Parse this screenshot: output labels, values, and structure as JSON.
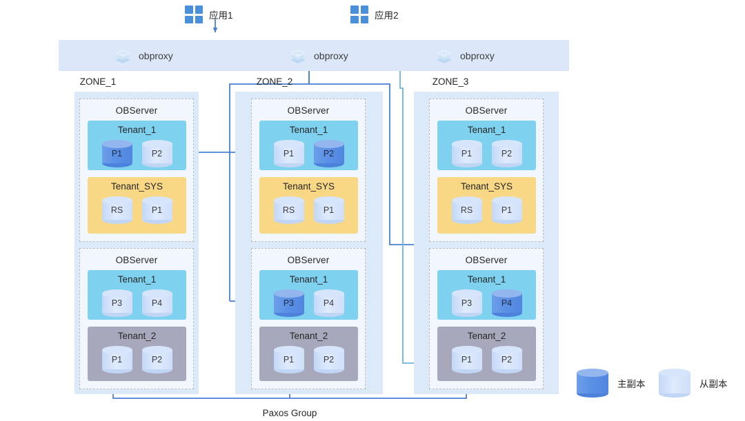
{
  "apps": [
    {
      "label": "应用1",
      "icon": "app-grid-icon"
    },
    {
      "label": "应用2",
      "icon": "app-grid-icon"
    }
  ],
  "proxies": [
    {
      "label": "obproxy",
      "icon": "layers-icon"
    },
    {
      "label": "obproxy",
      "icon": "layers-icon"
    },
    {
      "label": "obproxy",
      "icon": "layers-icon"
    }
  ],
  "zones": [
    {
      "title": "ZONE_1",
      "servers": [
        {
          "title": "OBServer",
          "tenants": [
            {
              "name": "Tenant_1",
              "kind": "t1",
              "replicas": [
                {
                  "label": "P1",
                  "role": "primary"
                },
                {
                  "label": "P2",
                  "role": "follower"
                }
              ]
            },
            {
              "name": "Tenant_SYS",
              "kind": "sys",
              "replicas": [
                {
                  "label": "RS",
                  "role": "follower"
                },
                {
                  "label": "P1",
                  "role": "follower"
                }
              ]
            }
          ]
        },
        {
          "title": "OBServer",
          "tenants": [
            {
              "name": "Tenant_1",
              "kind": "t1",
              "replicas": [
                {
                  "label": "P3",
                  "role": "follower"
                },
                {
                  "label": "P4",
                  "role": "follower"
                }
              ]
            },
            {
              "name": "Tenant_2",
              "kind": "t2",
              "replicas": [
                {
                  "label": "P1",
                  "role": "follower"
                },
                {
                  "label": "P2",
                  "role": "follower"
                }
              ]
            }
          ]
        }
      ]
    },
    {
      "title": "ZONE_2",
      "servers": [
        {
          "title": "OBServer",
          "tenants": [
            {
              "name": "Tenant_1",
              "kind": "t1",
              "replicas": [
                {
                  "label": "P1",
                  "role": "follower"
                },
                {
                  "label": "P2",
                  "role": "primary"
                }
              ]
            },
            {
              "name": "Tenant_SYS",
              "kind": "sys",
              "replicas": [
                {
                  "label": "RS",
                  "role": "follower"
                },
                {
                  "label": "P1",
                  "role": "follower"
                }
              ]
            }
          ]
        },
        {
          "title": "OBServer",
          "tenants": [
            {
              "name": "Tenant_1",
              "kind": "t1",
              "replicas": [
                {
                  "label": "P3",
                  "role": "primary"
                },
                {
                  "label": "P4",
                  "role": "follower"
                }
              ]
            },
            {
              "name": "Tenant_2",
              "kind": "t2",
              "replicas": [
                {
                  "label": "P1",
                  "role": "follower"
                },
                {
                  "label": "P2",
                  "role": "follower"
                }
              ]
            }
          ]
        }
      ]
    },
    {
      "title": "ZONE_3",
      "servers": [
        {
          "title": "OBServer",
          "tenants": [
            {
              "name": "Tenant_1",
              "kind": "t1",
              "replicas": [
                {
                  "label": "P1",
                  "role": "follower"
                },
                {
                  "label": "P2",
                  "role": "follower"
                }
              ]
            },
            {
              "name": "Tenant_SYS",
              "kind": "sys",
              "replicas": [
                {
                  "label": "RS",
                  "role": "follower"
                },
                {
                  "label": "P1",
                  "role": "follower"
                }
              ]
            }
          ]
        },
        {
          "title": "OBServer",
          "tenants": [
            {
              "name": "Tenant_1",
              "kind": "t1",
              "replicas": [
                {
                  "label": "P3",
                  "role": "follower"
                },
                {
                  "label": "P4",
                  "role": "primary"
                }
              ]
            },
            {
              "name": "Tenant_2",
              "kind": "t2",
              "replicas": [
                {
                  "label": "P1",
                  "role": "follower"
                },
                {
                  "label": "P2",
                  "role": "follower"
                }
              ]
            }
          ]
        }
      ]
    }
  ],
  "paxos": {
    "label": "Paxos Group"
  },
  "legend": [
    {
      "label": "主副本",
      "role": "primary"
    },
    {
      "label": "从副本",
      "role": "follower"
    }
  ],
  "colors": {
    "primary_replica": "#5b90e6",
    "follower_replica": "#d7e5fb",
    "tenant_1": "#7ed2f0",
    "tenant_sys": "#f8d785",
    "tenant_2": "#a8a8bd",
    "zone_panel": "#dce9f8",
    "proxy_band": "#dce8fa",
    "wire_dark": "#4a7fd4",
    "wire_light": "#6fb4e0",
    "app_icon": "#4a90d9"
  }
}
